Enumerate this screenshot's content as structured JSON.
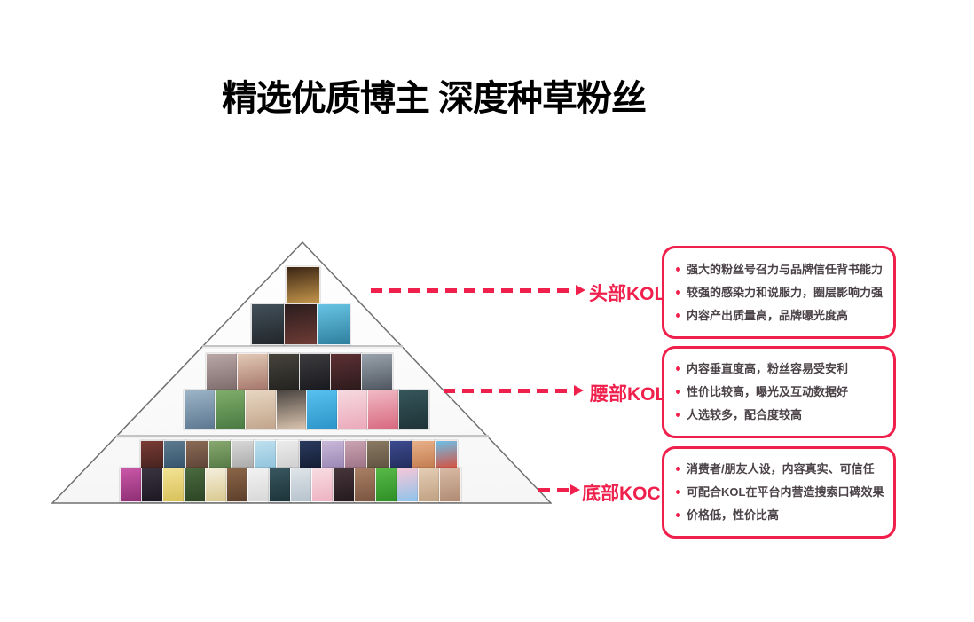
{
  "page": {
    "title": "精选优质博主 深度种草粉丝",
    "background": "#ffffff",
    "accent_red": "#f0204d",
    "text_color": "#4a4247",
    "pyramid_outline": "#707070",
    "pyramid_fill": "#fdfdfd",
    "divider_color": "#c4c4c4"
  },
  "tiers": [
    {
      "label": "头部KOL",
      "bullets": [
        "强大的粉丝号召力与品牌信任背书能力",
        "较强的感染力和说服力，圈层影响力强",
        "内容产出质量高，品牌曝光度高"
      ],
      "photo_rows": [
        [
          [
            "#3a2413",
            "#c99a4d"
          ]
        ],
        [
          [
            "#43505a",
            "#20262b"
          ],
          [
            "#2b1d1e",
            "#6e3b35"
          ],
          [
            "#67c4e3",
            "#2f7f9e"
          ]
        ]
      ]
    },
    {
      "label": "腰部KOL",
      "bullets": [
        "内容垂直度高，粉丝容易受安利",
        "性价比较高，曝光及互动数据好",
        "人选较多，配合度较高"
      ],
      "photo_rows": [
        [
          [
            "#b9a7a6",
            "#7d6a6b"
          ],
          [
            "#e3c9b6",
            "#a4756a"
          ],
          [
            "#46433b",
            "#23221f"
          ],
          [
            "#3c3a3d",
            "#191a1e"
          ],
          [
            "#5c3033",
            "#2c1a1c"
          ],
          [
            "#9aa3ad",
            "#4e555e"
          ]
        ],
        [
          [
            "#9db4c6",
            "#5c7891"
          ],
          [
            "#7fae6a",
            "#4a7a43"
          ],
          [
            "#e8d6c2",
            "#c2a58c"
          ],
          [
            "#4a4440",
            "#d9c3ae"
          ],
          [
            "#58c0ef",
            "#2e95c9"
          ],
          [
            "#f6d9e0",
            "#eba9ba"
          ],
          [
            "#f0b9c4",
            "#d8697f"
          ],
          [
            "#35555a",
            "#1e3337"
          ]
        ]
      ]
    },
    {
      "label": "底部KOC",
      "bullets": [
        "消费者/朋友人设，内容真实、可信任",
        "可配合KOL在平台内营造搜索口碑效果",
        "价格低，性价比高"
      ],
      "photo_rows": [
        [
          [
            "#7a3b35",
            "#46231f"
          ],
          [
            "#5d7a8f",
            "#35536b"
          ],
          [
            "#8a6a55",
            "#5e4437"
          ],
          [
            "#87a86f",
            "#567a46"
          ],
          [
            "#d8d8d8",
            "#a9a9a9"
          ],
          [
            "#bfe0ee",
            "#8fc3dc"
          ],
          [
            "#ececec",
            "#cfcfcf"
          ],
          [
            "#2b3a5e",
            "#131d33"
          ],
          [
            "#c9b8d8",
            "#9a86b5"
          ],
          [
            "#caa3b1",
            "#9d7386"
          ],
          [
            "#8a7a63",
            "#5f523f"
          ],
          [
            "#3c4b8f",
            "#222c5c"
          ],
          [
            "#e8b089",
            "#c27b4e"
          ],
          [
            "#6cc0e8",
            "#d94f3d"
          ]
        ],
        [
          [
            "#c957a8",
            "#8e2f74"
          ],
          [
            "#3a3340",
            "#1c1822"
          ],
          [
            "#f2e394",
            "#d9c05a"
          ],
          [
            "#4a6a3f",
            "#2c4524"
          ],
          [
            "#f5efdd",
            "#d9c98f"
          ],
          [
            "#8a6547",
            "#5c3f2a"
          ],
          [
            "#f2f2f2",
            "#d8d8d8"
          ],
          [
            "#39565e",
            "#1d333a"
          ],
          [
            "#dfe5ea",
            "#b6c2cc"
          ],
          [
            "#f8dce3",
            "#eeb2c2"
          ],
          [
            "#47353a",
            "#241a1e"
          ],
          [
            "#a87f63",
            "#7a5540"
          ],
          [
            "#57b947",
            "#2e8f27"
          ],
          [
            "#f4c7d8",
            "#8fc3ea"
          ],
          [
            "#e3cdb4",
            "#c0a182"
          ],
          [
            "#d8b9a5",
            "#b08b72"
          ]
        ]
      ]
    }
  ]
}
